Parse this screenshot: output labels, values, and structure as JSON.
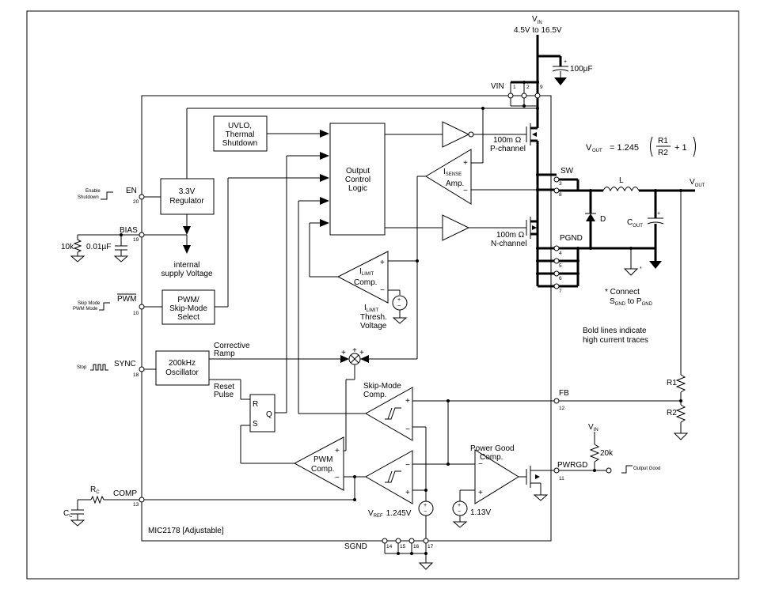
{
  "title": "MIC2178 [Adjustable]",
  "vin": {
    "label": "V",
    "sub": "IN",
    "range": "4.5V to 16.5V",
    "cap": "100µF"
  },
  "pins": {
    "vin": "VIN",
    "sw": "SW",
    "pgnd": "PGND",
    "fb": "FB",
    "pwrgd": "PWRGD",
    "en": "EN",
    "bias": "BIAS",
    "pwm": "PWM",
    "sync": "SYNC",
    "comp": "COMP",
    "sgnd": "SGND"
  },
  "pin_numbers": {
    "vin": [
      "1",
      "2",
      "9"
    ],
    "sw": [
      "3",
      "8"
    ],
    "pgnd": [
      "4",
      "5",
      "6",
      "7"
    ],
    "fb": "12",
    "pwrgd": "11",
    "en": "20",
    "bias": "19",
    "pwm": "10",
    "sync": "18",
    "comp": "13",
    "sgnd": [
      "14",
      "15",
      "16",
      "17"
    ]
  },
  "blocks": {
    "uvlo": [
      "UVLO,",
      "Thermal",
      "Shutdown"
    ],
    "output_control": [
      "Output",
      "Control",
      "Logic"
    ],
    "regulator": [
      "3.3V",
      "Regulator"
    ],
    "pwm_select": [
      "PWM/",
      "Skip-Mode",
      "Select"
    ],
    "oscillator": [
      "200kHz",
      "Oscillator"
    ],
    "isense": {
      "main": "I",
      "sub": "SENSE",
      "rest": "Amp."
    },
    "ilimit": {
      "main": "I",
      "sub": "LIMIT",
      "rest": "Comp."
    },
    "ilimit_thresh": {
      "main": "I",
      "sub": "LIMIT",
      "rest": [
        "Thresh.",
        "Voltage"
      ]
    },
    "pwm_comp": [
      "PWM",
      "Comp."
    ],
    "skip_comp": [
      "Skip-Mode",
      "Comp."
    ],
    "power_good": [
      "Power Good",
      "Comp."
    ],
    "rs_latch": {
      "r": "R",
      "s": "S",
      "q": "Q"
    }
  },
  "labels": {
    "internal_supply": [
      "internal",
      "supply Voltage"
    ],
    "p_channel": [
      "100m Ω",
      "P-channel"
    ],
    "n_channel": [
      "100m Ω",
      "N-channel"
    ],
    "corrective_ramp": [
      "Corrective",
      "Ramp"
    ],
    "reset_pulse": [
      "Reset",
      "Pulse"
    ],
    "vref": {
      "main": "V",
      "sub": "REF",
      "value": "1.245V"
    },
    "pg_ref": "1.13V",
    "enable": "Enable",
    "shutdown": "Shutdown",
    "skip_mode": "Skip Mode",
    "pwm_mode": "PWM Mode",
    "stop": "Stop",
    "output_good": "Output Good",
    "r10k": "10k",
    "c001": "0.01µF",
    "rc": {
      "main": "R",
      "sub": "C"
    },
    "cc": {
      "main": "C",
      "sub": "C"
    },
    "inductor": "L",
    "diode": "D",
    "cout": {
      "main": "C",
      "sub": "OUT"
    },
    "vout": {
      "main": "V",
      "sub": "OUT"
    },
    "r1": "R1",
    "r2": "R2",
    "r20k": "20k",
    "pg_vin": {
      "main": "V",
      "sub": "IN"
    },
    "connect_note": [
      "* Connect",
      "S",
      "GND",
      " to P",
      "GND"
    ],
    "bold_note": [
      "Bold  lines indicate",
      "high current traces"
    ],
    "star": "*"
  },
  "formula": {
    "lhs_main": "V",
    "lhs_sub": "OUT",
    "equals": "=  1.245",
    "num": "R1",
    "den": "R2",
    "plus": "+  1"
  }
}
